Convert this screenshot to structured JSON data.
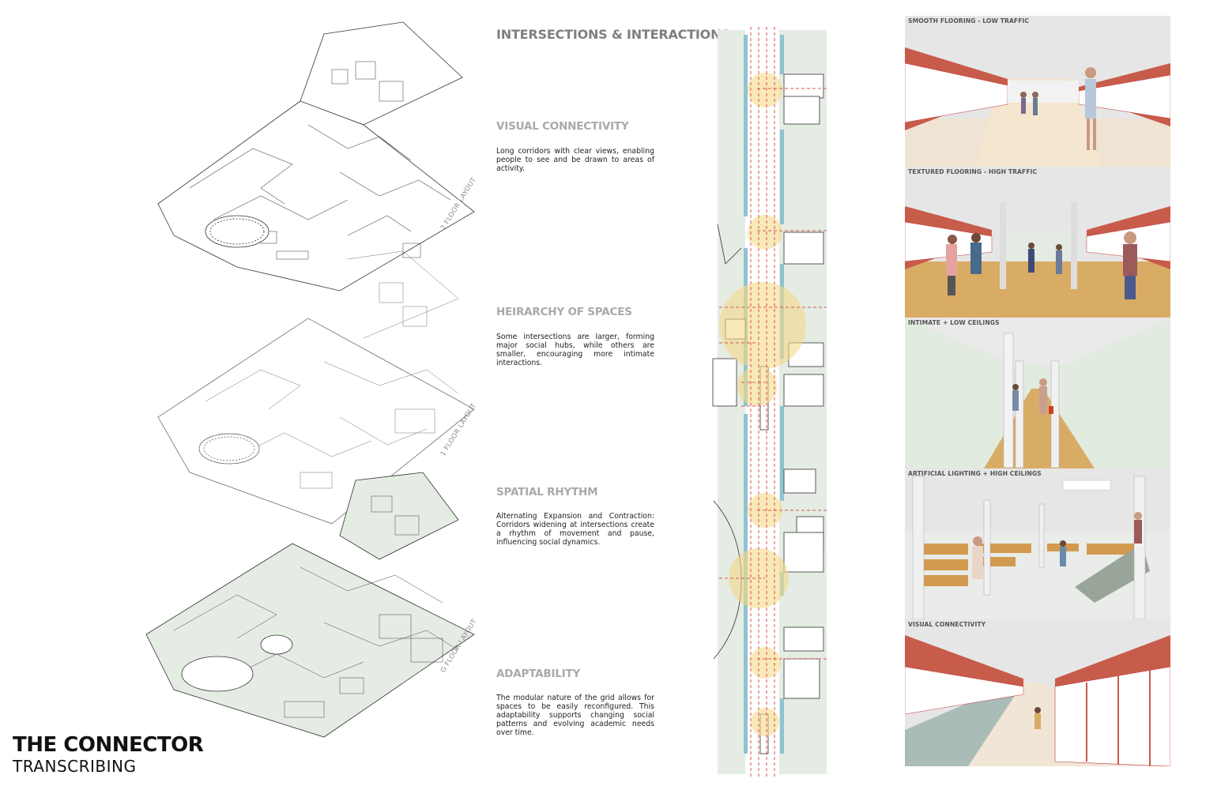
{
  "title": "INTERSECTIONS & INTERACTIONS",
  "brand": {
    "name": "THE CONNECTOR",
    "subtitle": "TRANSCRIBING"
  },
  "floors": [
    {
      "label": "2 FLOOR LAYOUT",
      "fill": "#ffffff"
    },
    {
      "label": "1 FLOOR LAYOUT",
      "fill": "#ffffff"
    },
    {
      "label": "G FLOOR LAYOUT",
      "fill": "#e4ece3"
    }
  ],
  "sections": [
    {
      "title": "VISUAL CONNECTIVITY",
      "body": "Long corridors with clear views, enabling people to see and be drawn to areas of activity."
    },
    {
      "title": "HEIRARCHY OF SPACES",
      "body": "Some intersections are larger, forming major social hubs, while others are smaller, encouraging more intimate interactions."
    },
    {
      "title": "SPATIAL RHYTHM",
      "body": "Alternating Expansion and Contraction: Corridors widening at intersections create a rhythm of movement and pause, influencing social dynamics."
    },
    {
      "title": "ADAPTABILITY",
      "body": "The modular nature of the grid allows for spaces to be easily reconfigured. This adaptability supports changing social patterns and evolving academic needs over time."
    }
  ],
  "renders": [
    {
      "label": "SMOOTH FLOORING - LOW TRAFFIC"
    },
    {
      "label": "TEXTURED FLOORING - HIGH TRAFFIC"
    },
    {
      "label": "INTIMATE + LOW CEILINGS"
    },
    {
      "label": "ARTIFICIAL LIGHTING + HIGH CEILINGS"
    },
    {
      "label": "VISUAL CONNECTIVITY"
    }
  ],
  "colors": {
    "accent_red": "#d9534f",
    "hub_yellow": "#f6d98a",
    "green_tint": "#e4ece3",
    "glass_blue": "#8fc3d0",
    "wall_red": "#d0604c"
  }
}
